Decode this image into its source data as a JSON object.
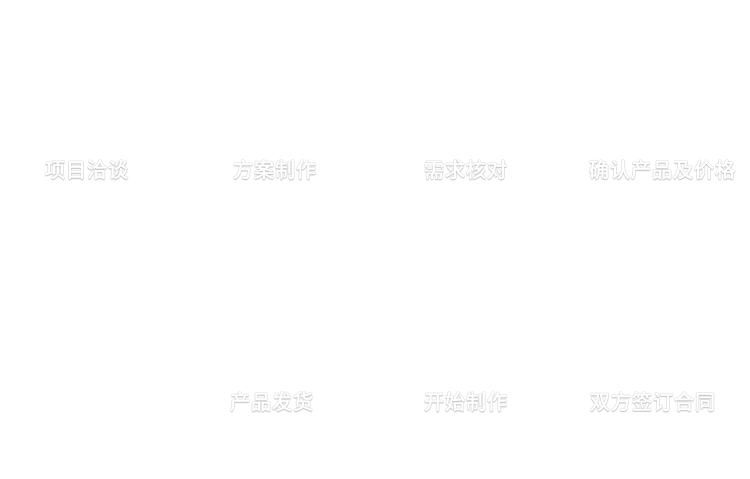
{
  "colors": {
    "background": "#ffffff",
    "label_text": "#ffffff"
  },
  "flow": {
    "steps": [
      {
        "label": "项目洽谈"
      },
      {
        "label": "方案制作"
      },
      {
        "label": "需求核对"
      },
      {
        "label": "确认产品及价格"
      },
      {
        "label": "双方签订合同"
      },
      {
        "label": "开始制作"
      },
      {
        "label": "产品发货"
      }
    ]
  }
}
